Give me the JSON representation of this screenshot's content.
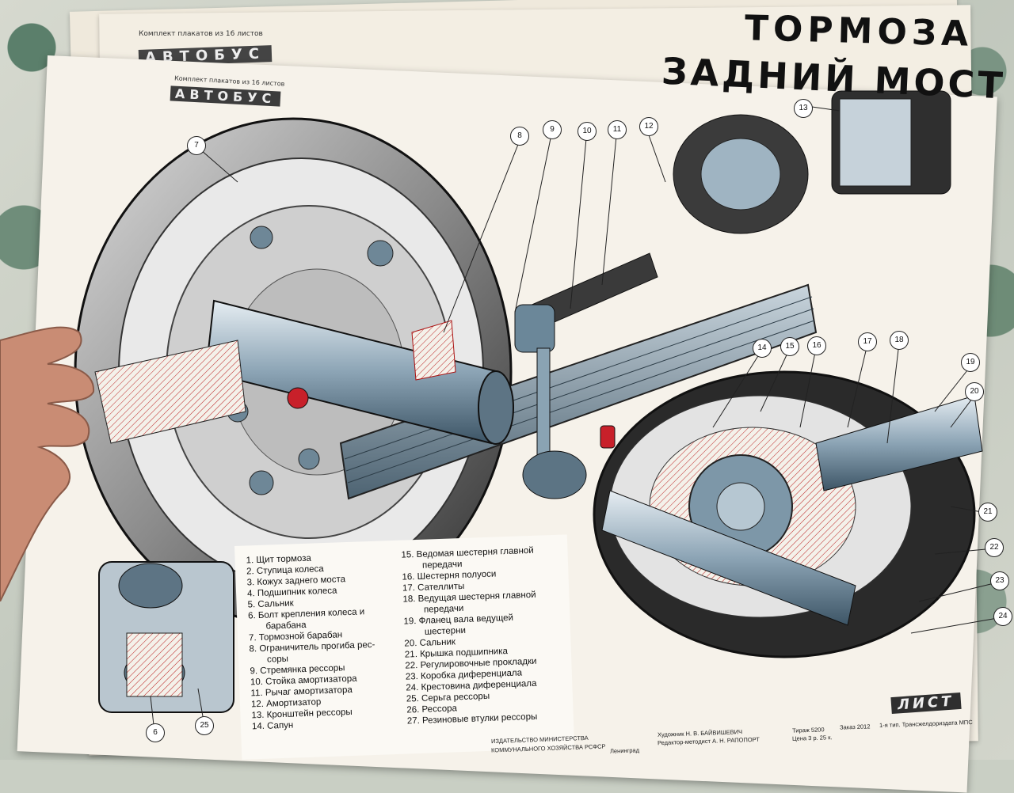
{
  "back_poster": {
    "title": "ТОРМОЗА",
    "label": "АВТОБУС",
    "small_text": "Комплект плакатов из 16 листов"
  },
  "poster": {
    "title": "ЗАДНИЙ МОСТ",
    "label": "АВТОБУС",
    "small_text": "Комплект плакатов из 16 листов",
    "sheet_stamp": "ЛИСТ"
  },
  "callouts": [
    "7",
    "8",
    "9",
    "10",
    "11",
    "12",
    "13",
    "14",
    "15",
    "16",
    "17",
    "18",
    "19",
    "20",
    "21",
    "22",
    "23",
    "24",
    "25",
    "6"
  ],
  "legend": {
    "col1": [
      "1. Щит тормоза",
      "2. Ступица колеса",
      "3. Кожух заднего моста",
      "4. Подшипник колеса",
      "5. Сальник",
      "6. Болт крепления колеса и",
      "барабана",
      "7. Тормозной барабан",
      "8. Ограничитель прогиба рес-",
      "соры",
      "9. Стремянка рессоры",
      "10. Стойка амортизатора",
      "11. Рычаг амортизатора",
      "12. Амортизатор",
      "13. Кронштейн рессоры",
      "14. Сапун"
    ],
    "col2": [
      "15. Ведомая шестерня главной",
      "передачи",
      "16. Шестерня полуоси",
      "17. Сателлиты",
      "18. Ведущая шестерня главной",
      "передачи",
      "19. Фланец вала ведущей",
      "шестерни",
      "20. Сальник",
      "21. Крышка подшипника",
      "22. Регулировочные прокладки",
      "23. Коробка диференциала",
      "24. Крестовина диференциала",
      "25. Серьга рессоры",
      "26. Рессора",
      "27. Резиновые втулки рессоры"
    ]
  },
  "footer": {
    "publisher": "ИЗДАТЕЛЬСТВО МИНИСТЕРСТВА",
    "publisher2": "КОММУНАЛЬНОГО ХОЗЯЙСТВА РСФСР",
    "city": "Ленинград",
    "artist": "Художник Н. В. БАЙВИШЕВИЧ",
    "editor": "Редактор-методист А. Н. РАПОПОРТ",
    "print_run": "Тираж 5200",
    "price": "Цена 3 р. 25 к.",
    "order": "Заказ 2012",
    "printer": "1-я тип. Трансжелдориздата МПС"
  },
  "colors": {
    "paper": "#f6f2ea",
    "metal": "#6f8ea3",
    "dark": "#2b2b2b",
    "red": "#c8202a"
  }
}
